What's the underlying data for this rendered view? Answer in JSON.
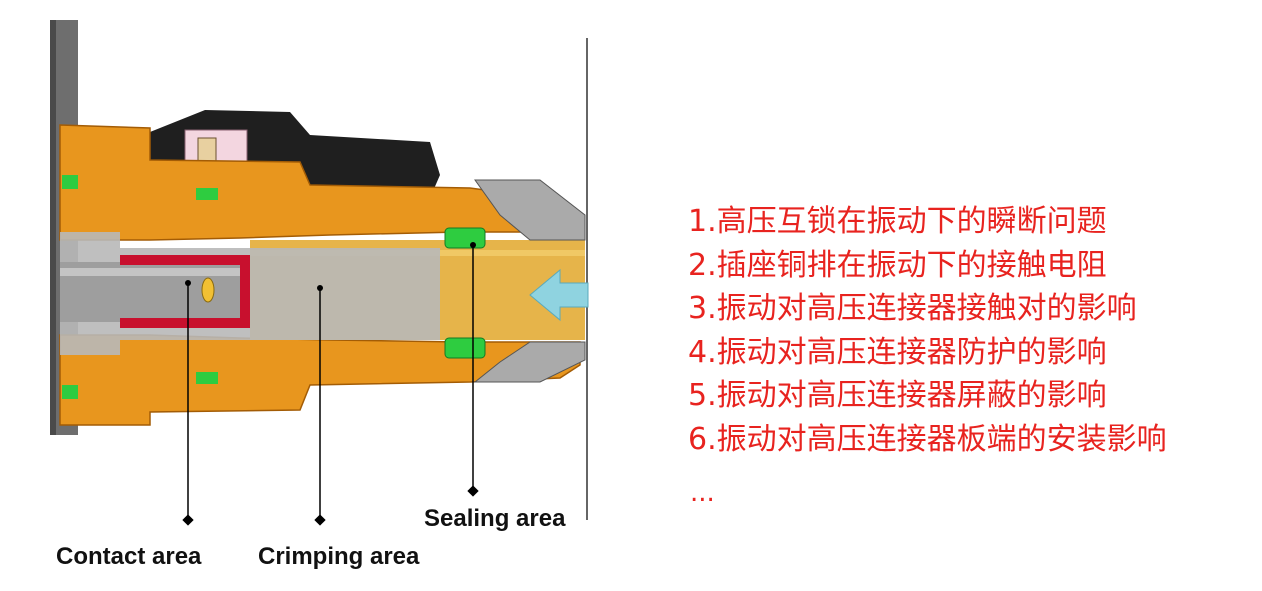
{
  "diagram": {
    "callouts": {
      "contact": "Contact area",
      "crimping": "Crimping area",
      "sealing": "Sealing area"
    },
    "colors": {
      "housing_orange": "#e8961e",
      "conductor_gold": "#e6b44a",
      "cover_black": "#1f1f1f",
      "contact_red": "#c8102e",
      "seal_green": "#2ecc40",
      "arrow_cyan": "#8fd3e0",
      "metal_gray": "#9e9e9e"
    }
  },
  "issues": {
    "items": [
      "1.高压互锁在振动下的瞬断问题",
      "2.插座铜排在振动下的接触电阻",
      "3.振动对高压连接器接触对的影响",
      "4.振动对高压连接器防护的影响",
      "5.振动对高压连接器屏蔽的影响",
      "6.振动对高压连接器板端的安装影响"
    ],
    "more": "...",
    "text_color": "#e8231f"
  }
}
